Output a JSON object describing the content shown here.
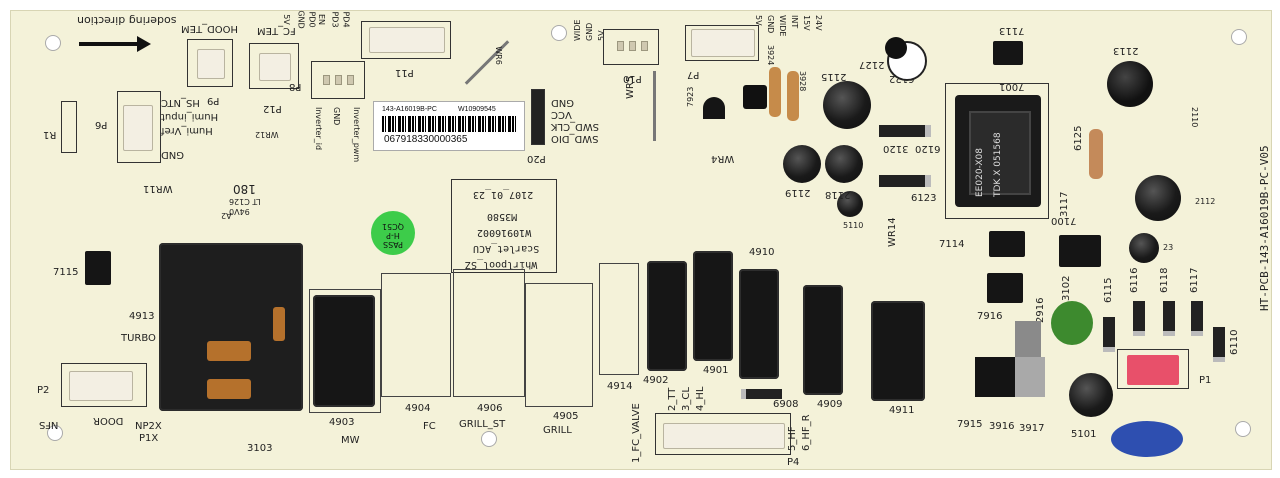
{
  "board": {
    "colors": {
      "pcb": "#f4f2d9",
      "relay": "#1e1e1e",
      "varistor": "#2e4fb0",
      "green_cap": "#3d8a2e",
      "red_connector": "#e8506a"
    },
    "solder_direction": "sodering direction",
    "part_number": "HT-PCB-143-A16019B-PC-V05",
    "sticker": {
      "code": "143-A16019B-PC",
      "ref": "W10909545",
      "barcode_number": "067918330000365"
    },
    "pass_sticker": {
      "line1": "PASS",
      "line2": "H-P",
      "line3": "QC51"
    },
    "info_block": {
      "line1": "Whirlpool_SZ",
      "line2": "Scarlet_ACU",
      "line3": "W10916002",
      "line4": "M3580",
      "line5": "2107_01_23"
    },
    "date_mark": {
      "line1": "94V0",
      "line2": "LT C126",
      "line3": "A2",
      "line4": "180"
    },
    "labels": {
      "hood_tem": "HOOD_TEM",
      "fc_tem": "FC_TEM",
      "p9": "P9",
      "p12": "P12",
      "p11": "P11",
      "p8": "P8",
      "p6": "P6",
      "p10": "P10",
      "p7": "P7",
      "p20": "P20",
      "p1": "P1",
      "p2": "P2",
      "p4": "P4",
      "hs_ntc": "HS_NTC",
      "humi_input": "Humi_input",
      "humi_vref": "Humi_Vref",
      "gnd": "GND",
      "r1": "R1",
      "wr11": "WR11",
      "wr12": "WR12",
      "wr5": "WR5",
      "wr4": "WR4",
      "wr14": "WR14",
      "wr6": "WR6",
      "inverter_id": "Inverter_id",
      "inverter_gnd": "GND",
      "inverter_pwm": "Inverter_pwm",
      "p12_pins": [
        "5V",
        "GND",
        "PD0",
        "EN",
        "PD3",
        "PD4"
      ],
      "wide_pins": [
        "WIDE",
        "GND",
        "5V"
      ],
      "p7_pins": [
        "5V",
        "GND",
        "WIDE",
        "INT",
        "15V",
        "24V"
      ],
      "swd_pins": [
        "GND",
        "VCC",
        "SWD_CLK",
        "SWD_DIO"
      ],
      "turbo": "TURBO",
      "k4913": "4913",
      "k4903": "4903",
      "k4904": "4904",
      "k4906": "4906",
      "k4905": "4905",
      "k4914": "4914",
      "k4902": "4902",
      "k4901": "4901",
      "k4910": "4910",
      "k4909": "4909",
      "k4911": "4911",
      "mw": "MW",
      "fc": "FC",
      "grill_st": "GRILL_ST",
      "grill": "GRILL",
      "fc_valve": "1_FC_VALVE",
      "tt": "2_TT",
      "cl": "3_CL",
      "hl": "4_HL",
      "hf": "5_HF",
      "hf_r": "6_HF_R",
      "door": "DOOR",
      "nfs": "NFS",
      "np2x": "NP2X",
      "p1x": "P1X",
      "c3103": "3103",
      "u7115": "7115",
      "u7114": "7114",
      "u7113": "7113",
      "u7916": "7916",
      "u7915": "7915",
      "r3916": "3916",
      "r3917": "3917",
      "c5101": "5101",
      "d6908": "6908",
      "d6110": "6110",
      "d6115": "6115",
      "d6116": "6116",
      "d6118": "6118",
      "d6117": "6117",
      "c2916": "2916",
      "q3102": "3102",
      "c2113": "2113",
      "c2110": "2110",
      "c2112": "2112",
      "c2119": "2119",
      "c2118": "2118",
      "c2115": "2115",
      "c2127": "2127",
      "d6122": "6122",
      "d6120": "6120",
      "d6123": "6123",
      "r3120": "3120",
      "r3924": "3924",
      "r3928": "3928",
      "q7923": "7923",
      "c3117": "3117",
      "c5110": "5110",
      "c6125": "6125",
      "t7001": "7001",
      "t7100": "7100",
      "c123": "23",
      "transformer_model": "EE020-X08",
      "transformer_brand": "TDK X 051568"
    }
  }
}
